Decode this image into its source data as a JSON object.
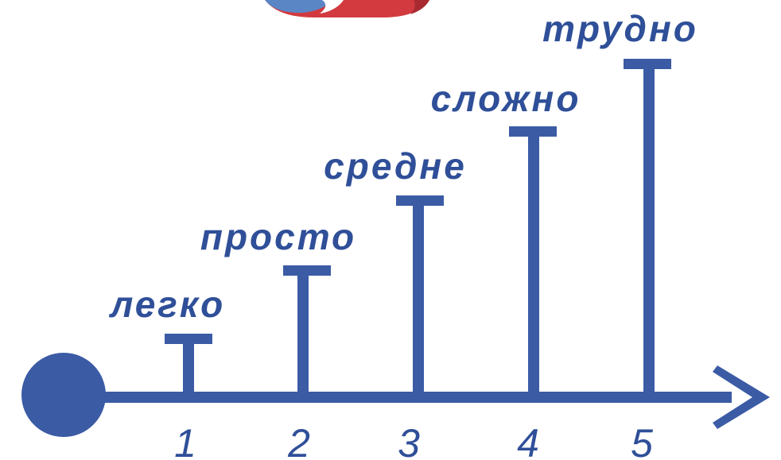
{
  "scale": {
    "levels": [
      {
        "number": "1",
        "word": "легко"
      },
      {
        "number": "2",
        "word": "просто"
      },
      {
        "number": "3",
        "word": "средне"
      },
      {
        "number": "4",
        "word": "сложно"
      },
      {
        "number": "5",
        "word": "трудно"
      }
    ]
  },
  "colors": {
    "primary": "#3b5ba5",
    "text": "#2f4f98",
    "logo_red": "#d23a3f",
    "logo_blue": "#5b86c6"
  },
  "icons": {
    "start_marker": "circle-icon",
    "end_marker": "arrow-right-icon",
    "logo": "logo-badge-icon"
  }
}
